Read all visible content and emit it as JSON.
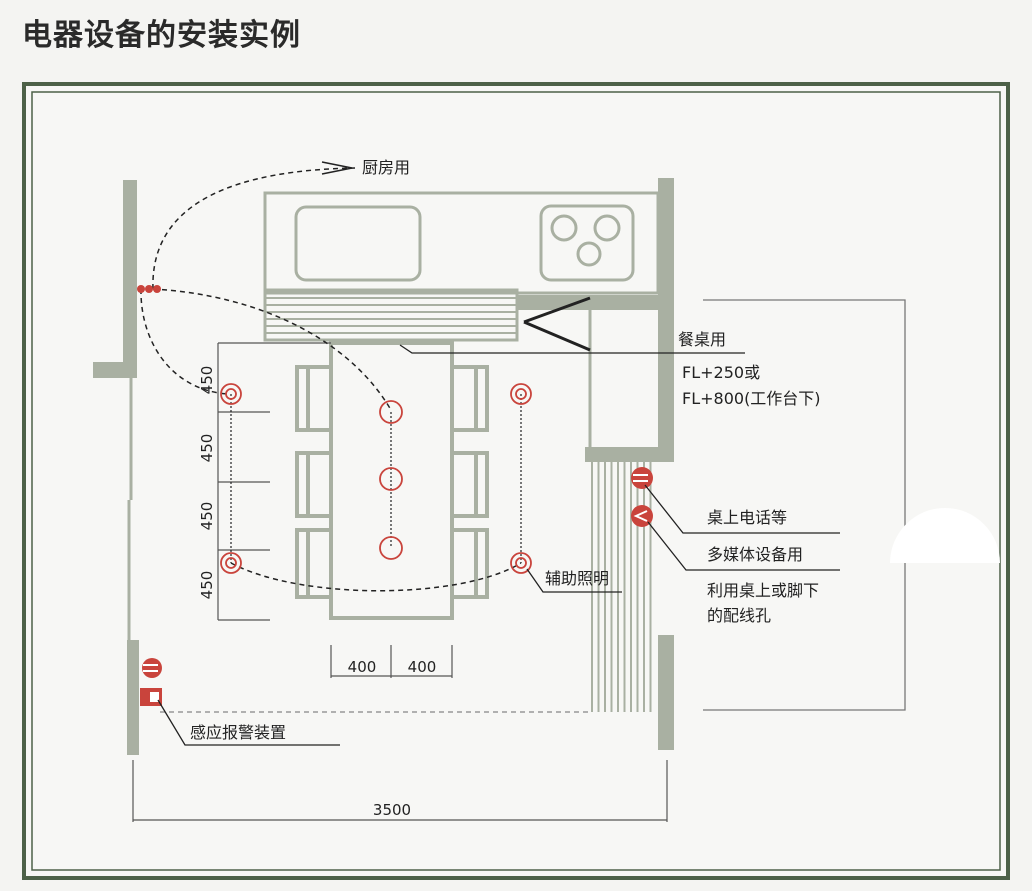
{
  "title": "电器设备的安装实例",
  "labels": {
    "kitchen": "厨房用",
    "dining_table": "餐桌用",
    "dining_height_1": "FL+250或",
    "dining_height_2": "FL+800(工作台下)",
    "desk_phone": "桌上电话等",
    "multimedia": "多媒体设备用",
    "wiring_1": "利用桌上或脚下",
    "wiring_2": "的配线孔",
    "aux_lighting": "辅助照明",
    "sensor_alarm": "感应报警装置"
  },
  "dimensions": {
    "vertical": [
      "450",
      "450",
      "450",
      "450"
    ],
    "horizontal": [
      "400",
      "400"
    ],
    "total_width": "3500"
  },
  "colors": {
    "frame": "#4d6148",
    "wall": "#a9b0a2",
    "accent_red": "#c9443c",
    "line": "#222222"
  }
}
